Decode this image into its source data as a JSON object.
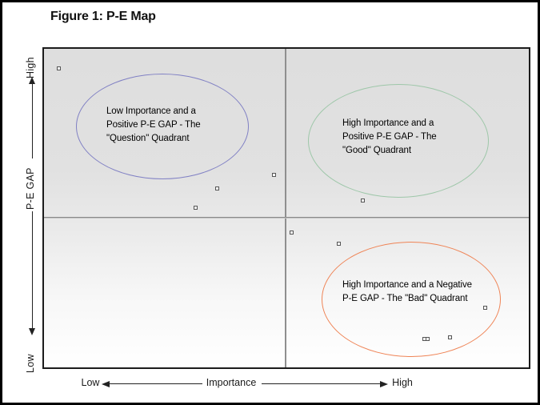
{
  "figure": {
    "title": "Figure 1: P-E Map"
  },
  "axes": {
    "x": {
      "label": "Importance",
      "low": "Low",
      "high": "High"
    },
    "y": {
      "label": "P-E GAP",
      "low": "Low",
      "high": "High"
    }
  },
  "annotations": [
    {
      "name": "question-quadrant",
      "label": "Low Importance and a\nPositive P-E GAP - The\n\"Question\" Quadrant",
      "color": "#8181c4"
    },
    {
      "name": "good-quadrant",
      "label": "High Importance and a\nPositive P-E GAP - The\n\"Good\" Quadrant",
      "color": "#9ec7a9"
    },
    {
      "name": "bad-quadrant",
      "label": "High Importance and a Negative\nP-E GAP - The \"Bad\" Quadrant",
      "color": "#ef8456"
    }
  ],
  "chart_data": {
    "type": "scatter",
    "title": "Figure 1: P-E Map",
    "xlabel": "Importance (Low to High)",
    "ylabel": "P-E GAP (Low to High)",
    "xlim": [
      0,
      1
    ],
    "ylim": [
      0,
      1
    ],
    "grid": false,
    "legend": false,
    "marker_style": "small-white-square",
    "dividers": {
      "x": 0.498,
      "y": 0.471
    },
    "points": [
      {
        "x": 0.03,
        "y": 0.938,
        "quadrant": "question"
      },
      {
        "x": 0.357,
        "y": 0.562,
        "quadrant": "question"
      },
      {
        "x": 0.313,
        "y": 0.502,
        "quadrant": "question"
      },
      {
        "x": 0.475,
        "y": 0.604,
        "quadrant": "question"
      },
      {
        "x": 0.657,
        "y": 0.525,
        "quadrant": "good"
      },
      {
        "x": 0.511,
        "y": 0.423,
        "quadrant": "bad"
      },
      {
        "x": 0.608,
        "y": 0.388,
        "quadrant": "bad"
      },
      {
        "x": 0.91,
        "y": 0.187,
        "quadrant": "bad"
      },
      {
        "x": 0.784,
        "y": 0.088,
        "quadrant": "bad"
      },
      {
        "x": 0.792,
        "y": 0.088,
        "quadrant": "bad"
      },
      {
        "x": 0.838,
        "y": 0.093,
        "quadrant": "bad"
      }
    ]
  }
}
